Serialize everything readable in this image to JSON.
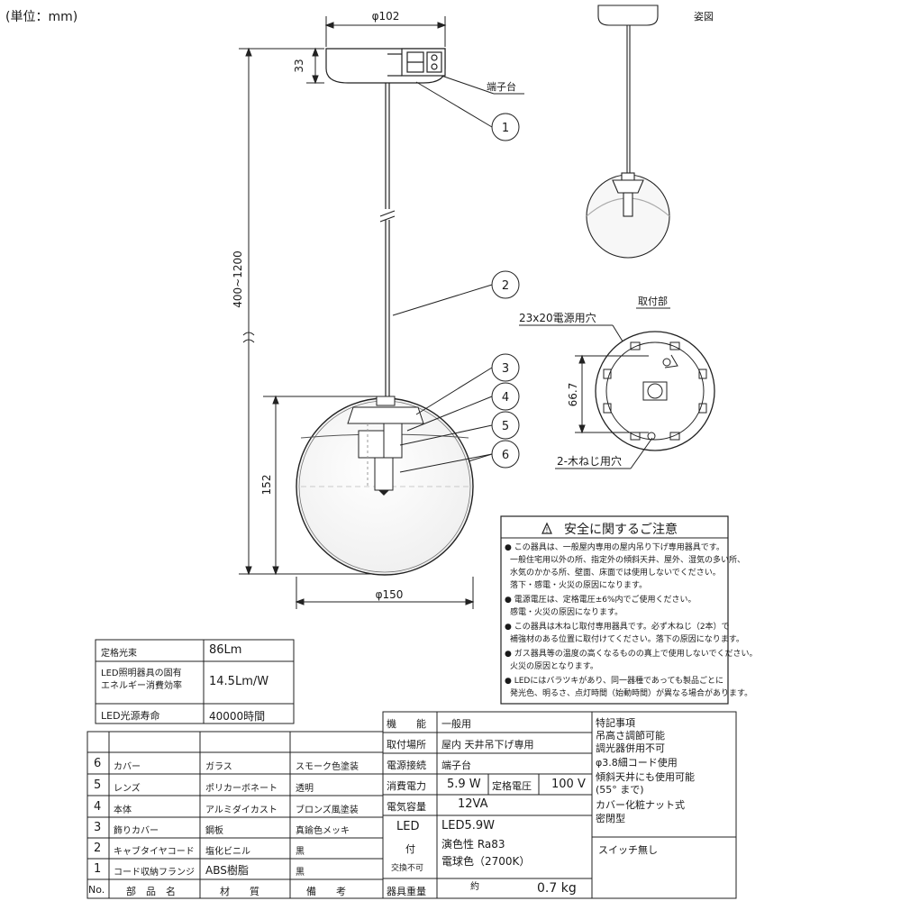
{
  "unit_label": "(単位：mm)",
  "drawing": {
    "dim_top_width": "φ102",
    "dim_canopy_height": "33",
    "dim_cord_length": "400~1200",
    "dim_shade_height": "152",
    "dim_shade_width": "φ150",
    "terminal_label": "端子台",
    "callouts": [
      "1",
      "2",
      "3",
      "4",
      "5",
      "6"
    ]
  },
  "side_view": {
    "title": "姿図"
  },
  "mount_view": {
    "title": "取付部",
    "hole_label": "23x20電源用穴",
    "dim": "66.7",
    "screw_label": "2-木ねじ用穴"
  },
  "safety": {
    "title": "安全に関するご注意",
    "lines": [
      "● この器具は、一般屋内専用の屋内吊り下げ専用器具です。",
      "一般住宅用以外の所、指定外の傾斜天井、屋外、湿気の多い所、",
      "水気のかかる所、壁面、床面では使用しないでください。",
      "落下・感電・火災の原因になります。",
      "● 電源電圧は、定格電圧±6%内でご使用ください。",
      "感電・火災の原因になります。",
      "● この器具は木ねじ取付専用器具です。必ず木ねじ（2本）で",
      "補強材のある位置に取付けてください。落下の原因になります。",
      "● ガス器具等の温度の高くなるものの真上で使用しないでください。",
      "火災の原因となります。",
      "● LEDにはバラツキがあり、同一器種であっても製品ごとに",
      "発光色、明るさ、点灯時間（始動時間）が異なる場合があります。"
    ]
  },
  "perf_table": [
    {
      "label": "定格光束",
      "value": "86Lm"
    },
    {
      "label": "LED照明器具の固有\nエネルギー消費効率",
      "value": "14.5Lm/W"
    },
    {
      "label": "LED光源寿命",
      "value": "40000時間"
    }
  ],
  "parts_table": {
    "header": {
      "no": "No.",
      "name": "部　品　名",
      "material": "材　　質",
      "remarks": "備　　考"
    },
    "rows": [
      {
        "no": "6",
        "name": "カバー",
        "material": "ガラス",
        "remarks": "スモーク色塗装"
      },
      {
        "no": "5",
        "name": "レンズ",
        "material": "ポリカーボネート",
        "remarks": "透明"
      },
      {
        "no": "4",
        "name": "本体",
        "material": "アルミダイカスト",
        "remarks": "ブロンズ風塗装"
      },
      {
        "no": "3",
        "name": "飾りカバー",
        "material": "鋼板",
        "remarks": "真鍮色メッキ"
      },
      {
        "no": "2",
        "name": "キャブタイヤコード",
        "material": "塩化ビニル",
        "remarks": "黒"
      },
      {
        "no": "1",
        "name": "コード収納フランジ",
        "material": "ABS樹脂",
        "remarks": "黒"
      }
    ]
  },
  "spec_table": {
    "function_label": "機　　能",
    "function_value": "一般用",
    "place_label": "取付場所",
    "place_value": "屋内 天井吊下げ専用",
    "power_label": "電源接続",
    "power_value": "端子台",
    "consumption_label": "消費電力",
    "consumption_value": "5.9 W",
    "voltage_label": "定格電圧",
    "voltage_value": "100 V",
    "capacity_label": "電気容量",
    "capacity_value": "12VA",
    "led_label": "LED",
    "led_sub1": "付",
    "led_sub2": "交換不可",
    "led_value": "LED5.9W",
    "led_cri": "演色性 Ra83",
    "led_color": "電球色（2700K）",
    "weight_label": "器具重量",
    "weight_prefix": "約",
    "weight_value": "0.7 kg"
  },
  "special_notes": {
    "title": "特記事項",
    "lines": [
      "吊高さ調節可能",
      "調光器併用不可",
      "φ3.8細コード使用",
      "傾斜天井にも使用可能",
      "(55° まで)",
      "カバー化粧ナット式",
      "密閉型"
    ],
    "switch": "スイッチ無し"
  }
}
